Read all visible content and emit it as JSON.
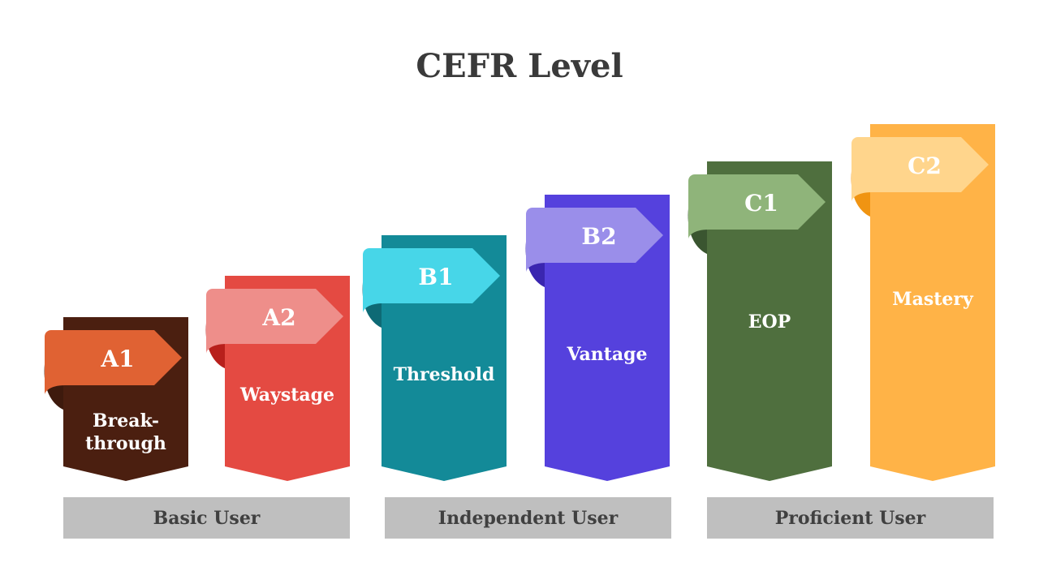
{
  "title": "CEFR Level",
  "levels": [
    {
      "code": "A1",
      "name_lines": [
        "Break-",
        "through"
      ],
      "column_color": "#4b1f10",
      "tab_color": "#e06233",
      "fold_color": "#3e1a0d"
    },
    {
      "code": "A2",
      "name_lines": [
        "Waystage"
      ],
      "column_color": "#e44a42",
      "tab_color": "#ee8e8a",
      "fold_color": "#b8201c"
    },
    {
      "code": "B1",
      "name_lines": [
        "Threshold"
      ],
      "column_color": "#138a98",
      "tab_color": "#47d6e8",
      "fold_color": "#0e6a75"
    },
    {
      "code": "B2",
      "name_lines": [
        "Vantage"
      ],
      "column_color": "#5541dd",
      "tab_color": "#9a8eea",
      "fold_color": "#3a26b0"
    },
    {
      "code": "C1",
      "name_lines": [
        "EOP"
      ],
      "column_color": "#4f6f3e",
      "tab_color": "#8fb47a",
      "fold_color": "#3a5530"
    },
    {
      "code": "C2",
      "name_lines": [
        "Mastery"
      ],
      "column_color": "#ffb347",
      "tab_color": "#ffd58c",
      "fold_color": "#f09412"
    }
  ],
  "user_bands": [
    {
      "label": "Basic User"
    },
    {
      "label": "Independent User"
    },
    {
      "label": "Proficient User"
    }
  ]
}
